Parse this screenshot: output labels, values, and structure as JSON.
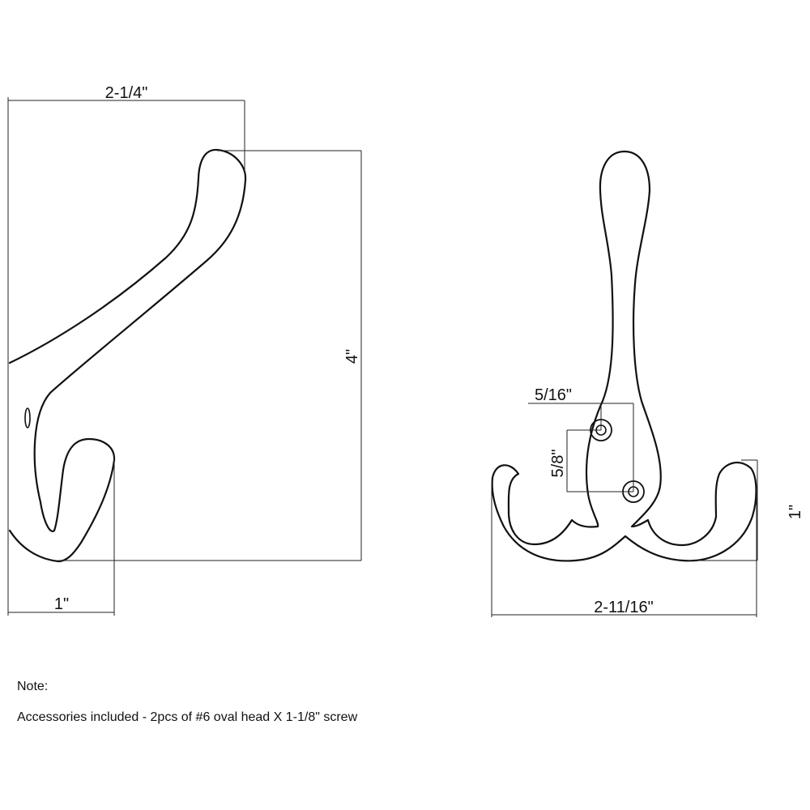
{
  "side_view": {
    "width_dimension": "2-1/4\"",
    "height_dimension": "4\"",
    "depth_dimension": "1\""
  },
  "front_view": {
    "hole_offset_dimension": "5/16\"",
    "hole_spacing_dimension": "5/8\"",
    "hook_height_dimension": "1\"",
    "overall_width_dimension": "2-11/16\""
  },
  "note": {
    "title": "Note:",
    "text": "Accessories included - 2pcs of #6 oval head X 1-1/8\" screw"
  },
  "colors": {
    "line": "#111111",
    "background": "#ffffff"
  }
}
